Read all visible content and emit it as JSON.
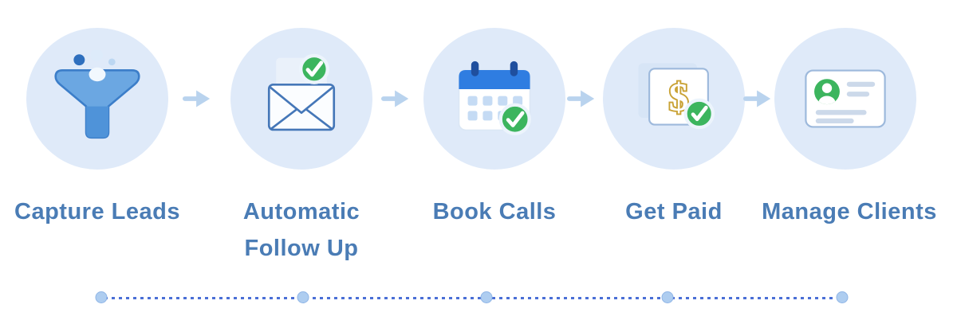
{
  "steps": [
    {
      "label": "Capture Leads",
      "icon": "funnel-icon"
    },
    {
      "label": "Automatic Follow Up",
      "icon": "envelope-check-icon"
    },
    {
      "label": "Book Calls",
      "icon": "calendar-check-icon"
    },
    {
      "label": "Get Paid",
      "icon": "payment-check-icon"
    },
    {
      "label": "Manage Clients",
      "icon": "contact-card-icon"
    }
  ],
  "arrows": {
    "count": 4,
    "glyph": "right-arrow"
  },
  "timeline": {
    "node_count": 5
  },
  "colors": {
    "circle_bg": "#dfeaf9",
    "label_text": "#4a7cb5",
    "arrow_blue": "#b9d3ee",
    "check_green": "#3cb55e",
    "funnel_blue": "#6ba7e2",
    "calendar_blue": "#2f7de1",
    "calendar_hanger": "#1f4f9e",
    "dollar_gold": "#c9a235",
    "envelope_outline": "#4577b8",
    "timeline_line": "#4a6fd6",
    "timeline_node": "#aecdf0"
  }
}
